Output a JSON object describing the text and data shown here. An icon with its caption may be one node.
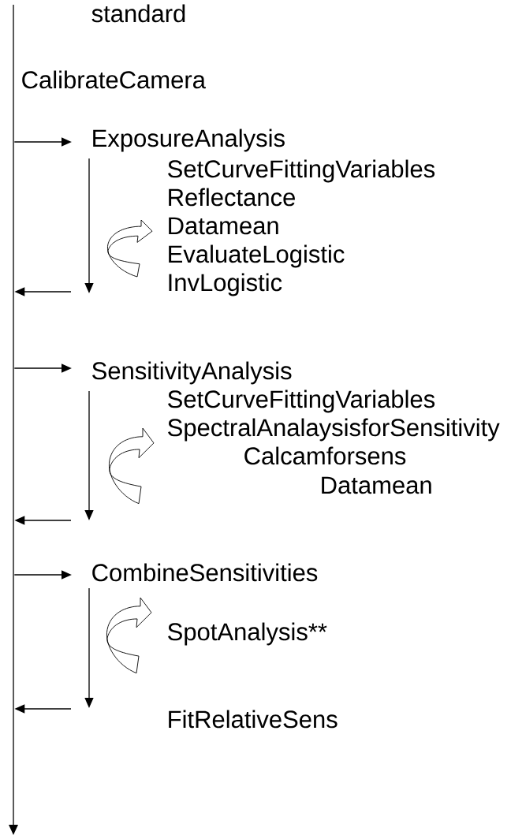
{
  "diagram": {
    "nodes": [
      {
        "text": [],
        "shape": "bar"
      },
      {
        "text": [
          "ExposureAnalysis"
        ]
      },
      {
        "text": [
          "SensitivityAnalysis"
        ]
      },
      {
        "text": [
          "CombineSensitivities"
        ]
      }
    ],
    "edges": [
      {
        "from": 0,
        "to": 1,
        "arrow": "to"
      },
      {
        "from": 1,
        "to": null,
        "arrow": "to"
      },
      {
        "from": null,
        "to": 0,
        "arrow": "to"
      },
      {
        "from": 0,
        "to": 2,
        "arrow": "to"
      },
      {
        "from": 2,
        "to": null,
        "arrow": "to"
      },
      {
        "from": null,
        "to": 0,
        "arrow": "to"
      },
      {
        "from": 0,
        "to": 3,
        "arrow": "to"
      },
      {
        "from": 3,
        "to": null,
        "arrow": "to"
      },
      {
        "from": null,
        "to": 0,
        "arrow": "to"
      }
    ],
    "labels": [
      "standard",
      "CalibrateCamera",
      "SetCurveFittingVariables",
      "Reflectance",
      "Datamean",
      "EvaluateLogistic",
      "InvLogistic",
      "SetCurveFittingVariables",
      "SpectralAnalaysisforSensitivity",
      "Calcamforsens",
      "Datamean",
      "SpotAnalysis**",
      "FitRelativeSens"
    ]
  }
}
